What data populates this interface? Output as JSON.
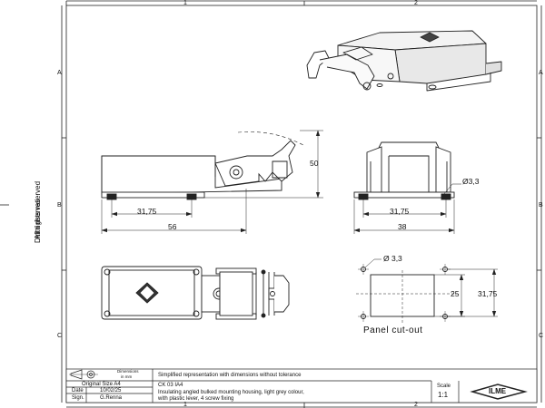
{
  "rights": {
    "reserved": "All rights reserved",
    "diritti": "Diritti riservati"
  },
  "zones": {
    "cols": [
      "1",
      "2"
    ],
    "rows": [
      "A",
      "B",
      "C"
    ]
  },
  "dimensions": {
    "side_height": "50",
    "side_bottom_spacing": "31,75",
    "side_length": "56",
    "front_hole": "Ø3,3",
    "front_spacing": "31,75",
    "front_width": "38",
    "cutout_hole": "Ø 3,3",
    "cutout_inner": "25",
    "cutout_outer": "31,75"
  },
  "panel_cutout_label": "Panel cut-out",
  "title_block": {
    "dimensions_label": "Dimensions",
    "dimensions_unit": "in mm",
    "note": "Simplified representation with dimensions without tolerance",
    "original_size": "Original Size A4",
    "date_label": "Date",
    "date_value": "10/02/25",
    "sign_label": "Sign.",
    "sign_value": "G.Renna",
    "code": "CK 03 IA4",
    "description_line1": "Insulating angled bulked mounting housing, light grey colour,",
    "description_line2": "with plastic lever, 4 screw fixing",
    "scale_label": "Scale",
    "scale_value": "1:1",
    "logo_text": "ILME"
  }
}
